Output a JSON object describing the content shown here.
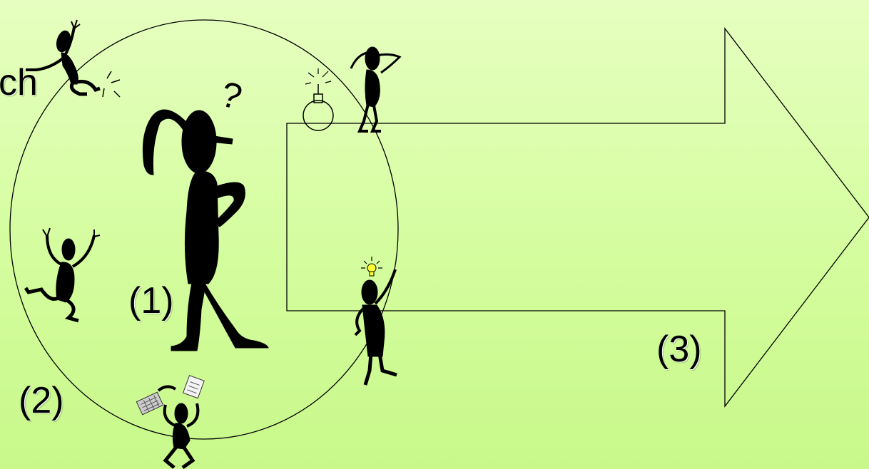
{
  "slide": {
    "partial_word": "ch",
    "labels": {
      "one": "(1)",
      "two": "(2)",
      "three": "(3)"
    },
    "question_mark": "?"
  },
  "colors": {
    "background": "#d4fd9e",
    "ink": "#000000",
    "bulb": "#ffff33"
  }
}
